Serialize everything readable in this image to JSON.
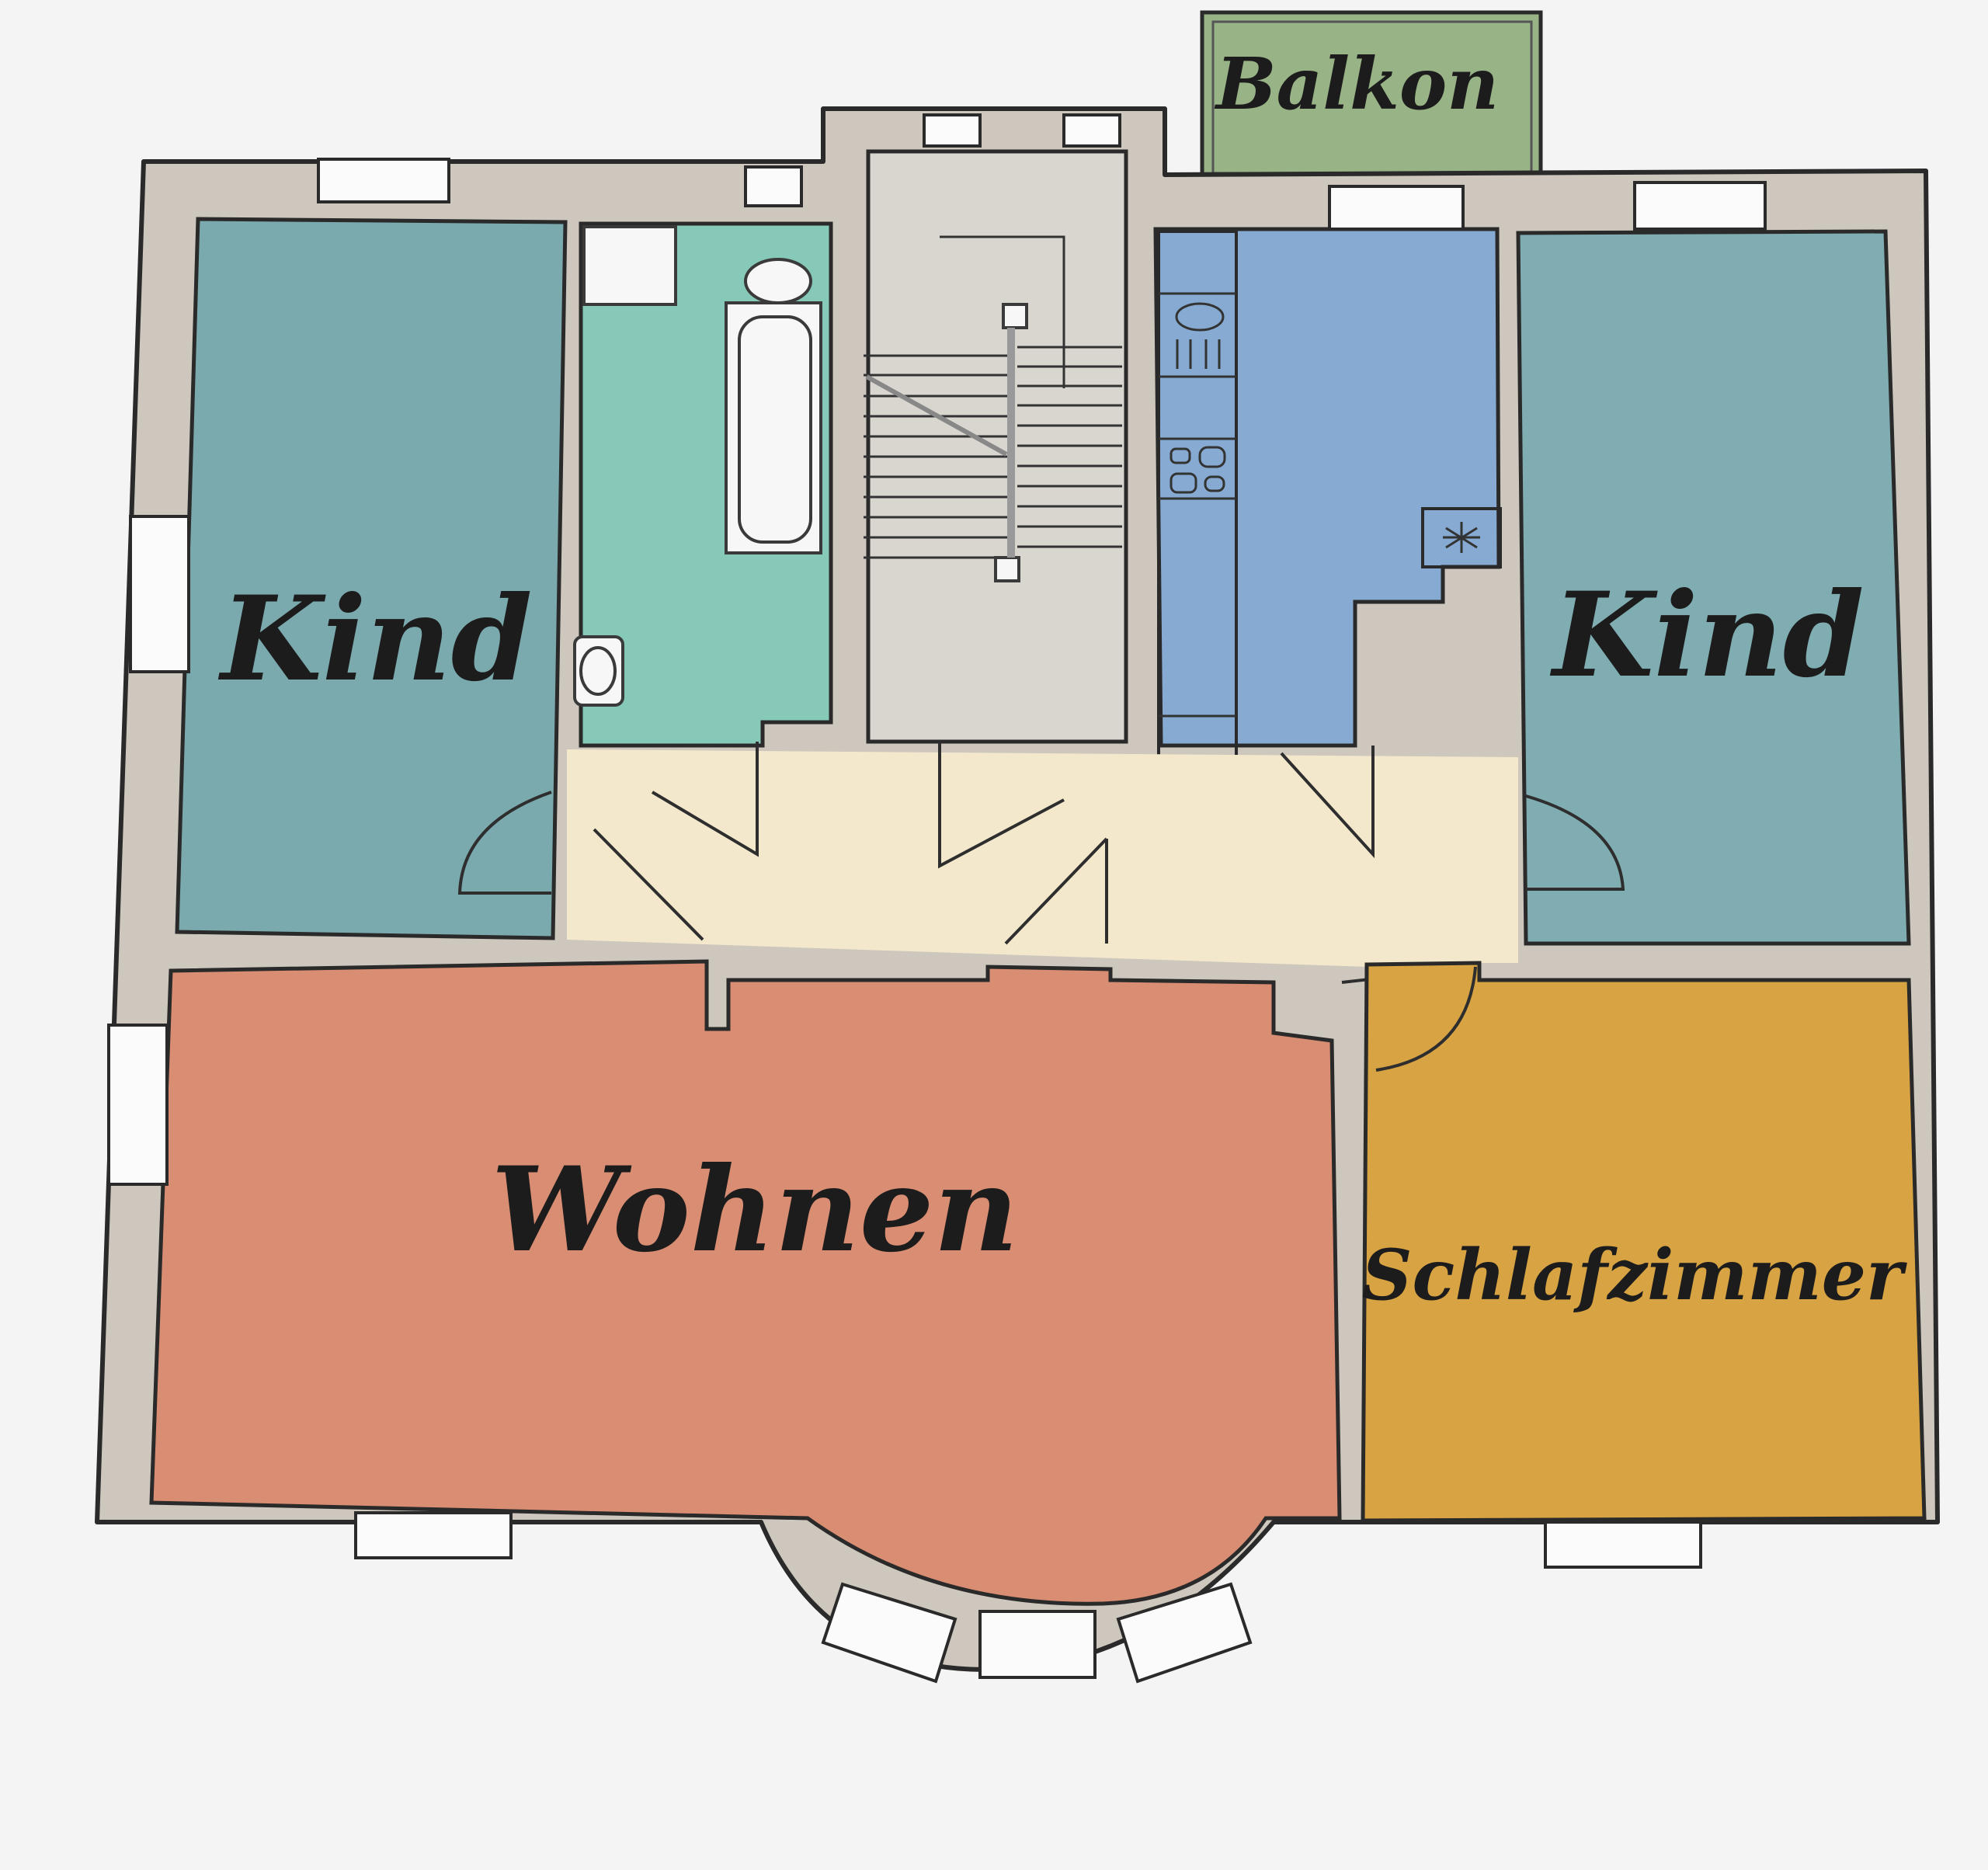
{
  "floorplan": {
    "colors": {
      "background": "#f4f4f5",
      "wall": "#cdc7bd",
      "kind_left": "#7aa9ae",
      "kind_right": "#7fadb2",
      "bad": "#87c9b8",
      "treppenhaus": "#d9d6d0",
      "kueche": "#86aad1",
      "flur": "#f3e8cc",
      "wohnen": "#d98d72",
      "schlafzimmer": "#d8a343",
      "balkon": "#98b386"
    },
    "rooms": {
      "balkon": {
        "label": "Balkon"
      },
      "kind_left": {
        "label": "Kind"
      },
      "kind_right": {
        "label": "Kind"
      },
      "wohnen": {
        "label": "Wohnen"
      },
      "schlafzimmer": {
        "label": "Schlafzimmer"
      }
    }
  }
}
